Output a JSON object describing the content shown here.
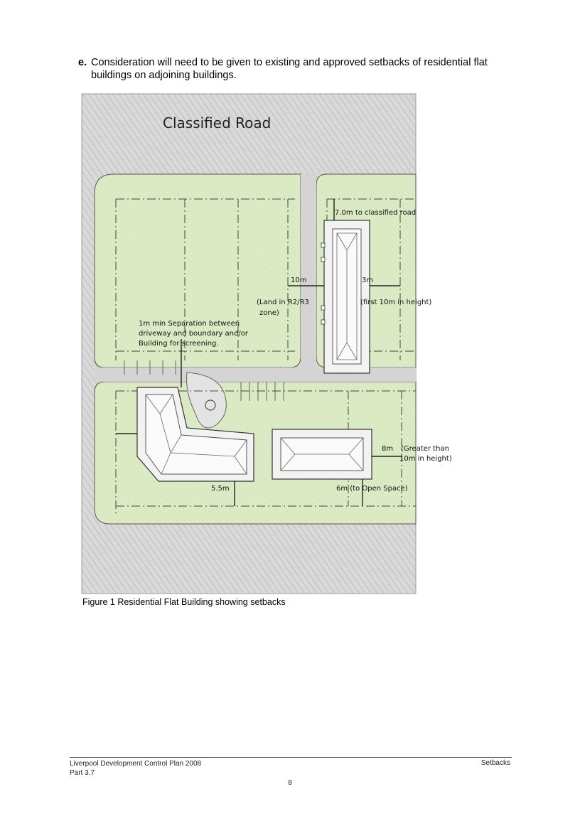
{
  "point": {
    "marker": "e.",
    "text": "Consideration will need to be given to existing and approved setbacks of residential flat buildings on adjoining buildings."
  },
  "figure": {
    "road_label": "Classified Road",
    "labels": {
      "classified_road_setback": "7.0m to classified road",
      "ten_m": "10m",
      "three_m": "3m",
      "land_zone_1": "(Land in R2/R3",
      "land_zone_2": "zone)",
      "first_10m": "(first 10m  in height)",
      "separation_1": "1m min Separation between",
      "separation_2": "driveway and boundary and/or",
      "separation_3": "Building  for screening.",
      "eight_m": "8m",
      "greater_than_1": "(Greater than",
      "greater_than_2": "10m in height)",
      "five_five_m": "5.5m",
      "six_m": "6m (to Open Space)"
    },
    "caption": "Figure 1 Residential Flat Building showing setbacks"
  },
  "footer": {
    "doc_title": "Liverpool Development Control Plan 2008",
    "part": "Part 3.7",
    "section": "Setbacks",
    "page_number": "8"
  }
}
